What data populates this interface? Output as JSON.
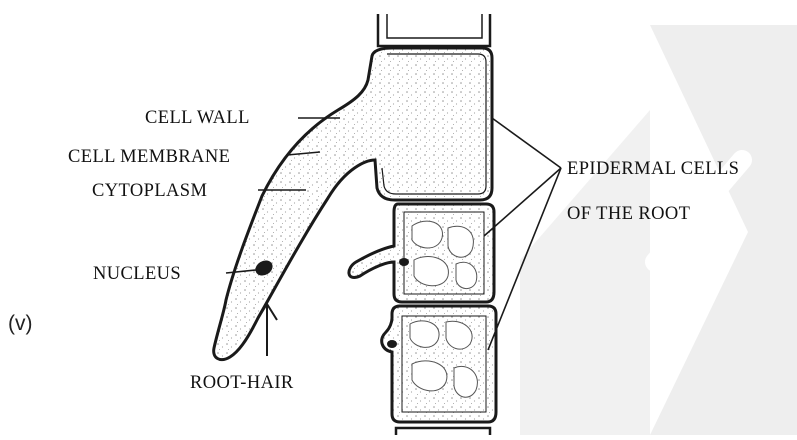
{
  "figure": {
    "part_label": "(v)",
    "labels": {
      "cell_wall": "CELL WALL",
      "cell_membrane": "CELL MEMBRANE",
      "cytoplasm": "CYTOPLASM",
      "nucleus": "NUCLEUS",
      "root_hair": "ROOT-HAIR",
      "epidermal_line1": "EPIDERMAL CELLS",
      "epidermal_line2": "OF THE ROOT"
    },
    "colors": {
      "ink": "#1a1a1a",
      "stipple": "#9a9a9a",
      "watermark": "#eeeeee"
    }
  }
}
